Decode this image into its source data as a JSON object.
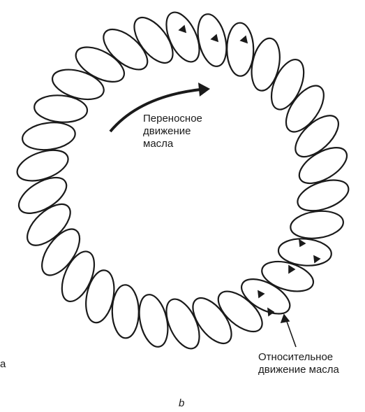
{
  "labels": {
    "transfer_motion": [
      "Переносное",
      "движение",
      "масла"
    ],
    "relative_motion": [
      "Относительное",
      "движение масла"
    ],
    "panel_a_fragment": "а",
    "panel_b": "b"
  },
  "colors": {
    "ink": "#1a1a1a",
    "background": "#ffffff"
  }
}
